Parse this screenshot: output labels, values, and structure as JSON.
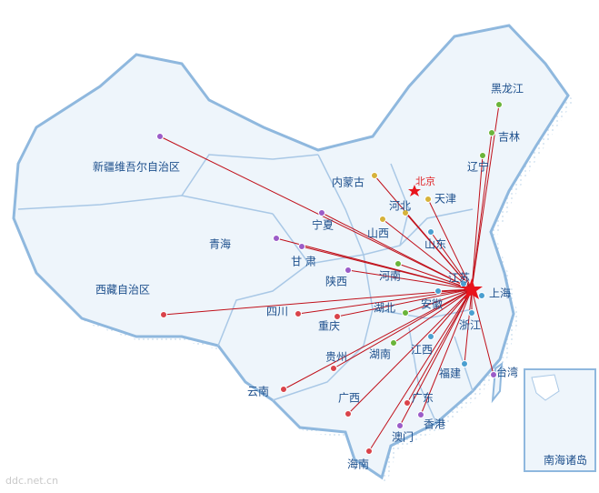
{
  "title": "China distribution map",
  "hub": "上海",
  "capital": "北京",
  "colors": {
    "line": "#c0101a",
    "star": "#e8141c",
    "land": "#eef5fb",
    "border": "#8fb8de",
    "purple": "#9b5cc8",
    "yellow": "#d6b23a",
    "green": "#6ab43a",
    "blue": "#4a9fd0",
    "red": "#d9434a"
  },
  "regions": [
    {
      "name": "新疆维吾尔自治区",
      "color": "purple"
    },
    {
      "name": "西藏自治区",
      "color": "red"
    },
    {
      "name": "青海",
      "color": "purple"
    },
    {
      "name": "甘 肃",
      "color": "purple"
    },
    {
      "name": "宁夏",
      "color": "purple"
    },
    {
      "name": "内蒙古",
      "color": "yellow"
    },
    {
      "name": "天津",
      "color": "yellow"
    },
    {
      "name": "河北",
      "color": "yellow"
    },
    {
      "name": "山西",
      "color": "yellow"
    },
    {
      "name": "山东",
      "color": "blue"
    },
    {
      "name": "河南",
      "color": "green"
    },
    {
      "name": "陕西",
      "color": "purple"
    },
    {
      "name": "江苏",
      "color": "blue"
    },
    {
      "name": "上海",
      "color": "blue"
    },
    {
      "name": "安徽",
      "color": "blue"
    },
    {
      "name": "湖北",
      "color": "green"
    },
    {
      "name": "浙江",
      "color": "blue"
    },
    {
      "name": "四川",
      "color": "red"
    },
    {
      "name": "重庆",
      "color": "red"
    },
    {
      "name": "贵州",
      "color": "red"
    },
    {
      "name": "湖南",
      "color": "green"
    },
    {
      "name": "江西",
      "color": "blue"
    },
    {
      "name": "福建",
      "color": "blue"
    },
    {
      "name": "台湾",
      "color": "purple"
    },
    {
      "name": "云南",
      "color": "red"
    },
    {
      "name": "广西",
      "color": "red"
    },
    {
      "name": "广东",
      "color": "red"
    },
    {
      "name": "香港",
      "color": "purple"
    },
    {
      "name": "澳门",
      "color": "purple"
    },
    {
      "name": "海南",
      "color": "red"
    },
    {
      "name": "辽宁",
      "color": "green"
    },
    {
      "name": "吉林",
      "color": "green"
    },
    {
      "name": "黑龙江",
      "color": "green"
    }
  ],
  "inset": "南海诸岛",
  "watermark": "ddc.net.cn"
}
